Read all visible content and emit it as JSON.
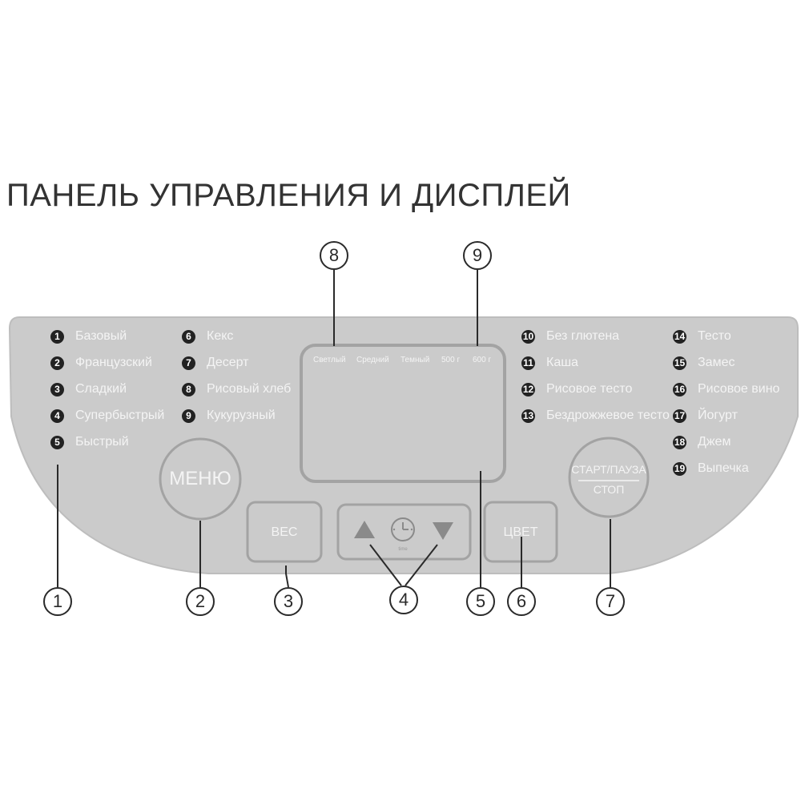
{
  "title": "ПАНЕЛЬ УПРАВЛЕНИЯ И ДИСПЛЕЙ",
  "programs": [
    {
      "num": "1",
      "label": "Базовый"
    },
    {
      "num": "2",
      "label": "Французский"
    },
    {
      "num": "3",
      "label": "Сладкий"
    },
    {
      "num": "4",
      "label": "Супербыстрый"
    },
    {
      "num": "5",
      "label": "Быстрый"
    },
    {
      "num": "6",
      "label": "Кекс"
    },
    {
      "num": "7",
      "label": "Десерт"
    },
    {
      "num": "8",
      "label": "Рисовый хлеб"
    },
    {
      "num": "9",
      "label": "Кукурузный"
    },
    {
      "num": "10",
      "label": "Без глютена"
    },
    {
      "num": "11",
      "label": "Каша"
    },
    {
      "num": "12",
      "label": "Рисовое тесто"
    },
    {
      "num": "13",
      "label": "Бездрожжевое тесто"
    },
    {
      "num": "14",
      "label": "Тесто"
    },
    {
      "num": "15",
      "label": "Замес"
    },
    {
      "num": "16",
      "label": "Рисовое вино"
    },
    {
      "num": "17",
      "label": "Йогурт"
    },
    {
      "num": "18",
      "label": "Джем"
    },
    {
      "num": "19",
      "label": "Выпечка"
    }
  ],
  "display": {
    "labels": [
      "Светлый",
      "Средний",
      "Темный",
      "500 г",
      "600 г"
    ]
  },
  "buttons": {
    "menu": "МЕНЮ",
    "weight": "ВЕС",
    "timer_caption": "time",
    "color": "ЦВЕТ",
    "start_top": "СТАРТ/ПАУЗА",
    "start_bottom": "СТОП"
  },
  "callouts": [
    "1",
    "2",
    "3",
    "4",
    "5",
    "6",
    "7",
    "8",
    "9"
  ],
  "colors": {
    "panel": "#cbcbcb",
    "panel_border": "#b9b9b9",
    "button_outline": "#a3a3a3",
    "panel_text": "#f4f4f4",
    "badge": "#222222",
    "callout_line": "#2a2a2a"
  }
}
